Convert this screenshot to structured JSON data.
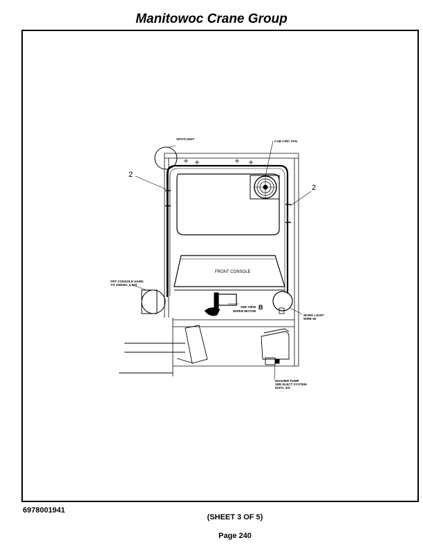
{
  "header": {
    "title": "Manitowoc Crane Group"
  },
  "drawing": {
    "callouts": {
      "spotlight": "SPOTLIGHT",
      "cab_circ_fan": "CAB CIRC FAN",
      "front_console": "FRONT CONSOLE",
      "frt_console_harn_line1": "FRT CONSOLE HARN",
      "frt_console_harn_line2": "TO SWIVEL & S/S",
      "see_view": "SEE VIEW",
      "view_letter": "B",
      "wiper_motor": "WIPER MOTOR",
      "work_light_line1": "WORK LIGHT",
      "work_light_line2": "WIRE 56",
      "washer_pump_line1": "WASHER PUMP",
      "washer_pump_line2": "SEE ELECT SYSTEM",
      "washer_pump_line3": "INSTL S/S"
    },
    "refs": {
      "left_ref": "2",
      "right_ref": "2"
    }
  },
  "footer": {
    "doc_number": "6978001941",
    "sheet": "(SHEET 3 OF 5)",
    "page": "Page 240"
  }
}
